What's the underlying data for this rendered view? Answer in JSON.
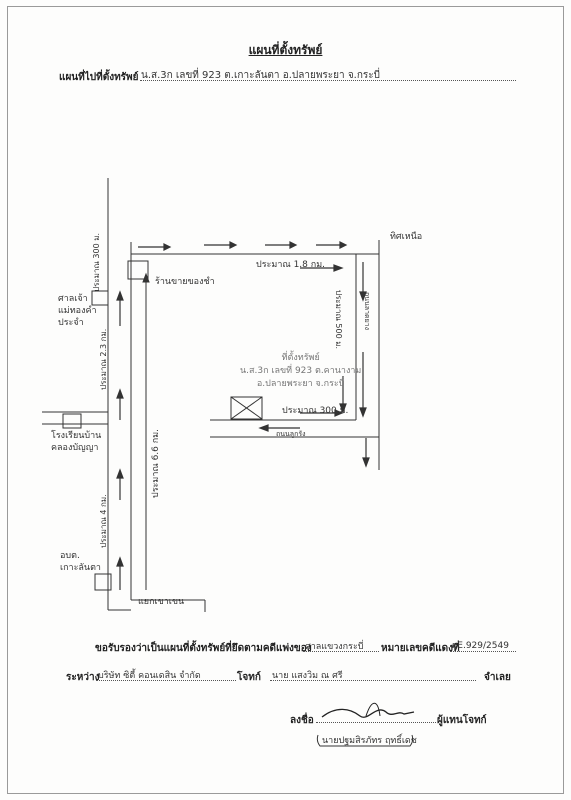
{
  "header": {
    "title": "แผนที่ตั้งทรัพย์",
    "location_label": "แผนที่ไปที่ตั้งทรัพย์",
    "location_value": "น.ส.3ก เลขที่ 923 ต.เกาะลันตา อ.ปลายพระยา จ.กระบี่"
  },
  "map": {
    "labels": {
      "north": "ทิศเหนือ",
      "distance_top": "ประมาณ 1.8 กม.",
      "shop": "ร้านขายของชำ",
      "temple": "ศาลเจ้า\nแม่ทองคำ\nประจำ",
      "property": "ที่ตั้งทรัพย์\nน.ส.3ก เลขที่ 923 ต.คานางาม\nอ.ปลายพระยา จ.กระบี่",
      "distance_300": "ประมาณ 300 ม.",
      "soi": "ถนนลูกรัง",
      "school": "โรงเรียนบ้าน\nคลองบัญญา",
      "district": "อบต.\nเกาะลันตา",
      "junction": "แยกเขาเขน",
      "distance_left_top": "ประมาณ 300 ม.",
      "distance_left_mid": "ประมาณ 2.3 กม.",
      "distance_left_low": "ประมาณ 4 กม.",
      "distance_main": "ประมาณ 6.6 กม.",
      "distance_right": "ประมาณ 500 ม.",
      "road_right": "ถนนลาดยาง"
    }
  },
  "footer": {
    "certify_label": "ขอรับรองว่าเป็นแผนที่ตั้งทรัพย์ที่ยึดตามคดีแพ่งของ",
    "court_value": "ศาลแขวงกระบี่",
    "case_no_label": "หมายเลขคดีแดงที่",
    "case_no_value": "ผE.929/2549",
    "between_label": "ระหว่าง",
    "plaintiff_value": "บริษัท ซิตี้ คอนเดสิน จำกัด",
    "plaintiff_label": "โจทก์",
    "defendant_value": "นาย แสงวิม ณ ศรี",
    "defendant_label": "จำเลย",
    "sign_label": "ลงชื่อ",
    "representative_label": "ผู้แทนโจทก์",
    "signer_name": "นายปฐมสิรภัทร ฤทธิ์เดช"
  }
}
